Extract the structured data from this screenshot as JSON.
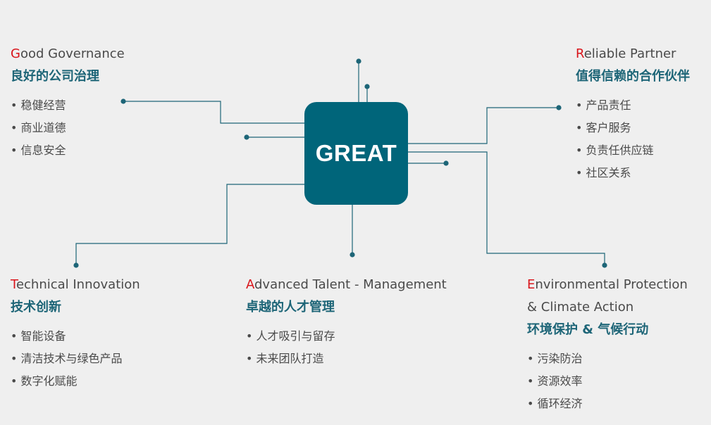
{
  "center": {
    "label": "GREAT"
  },
  "colors": {
    "chip": "#00657a",
    "wire": "#1d6577",
    "accent_letter": "#d9151b",
    "text": "#4a4a4a",
    "subtitle": "#1d6577"
  },
  "blocks": {
    "g": {
      "initial": "G",
      "title_rest": "ood Governance",
      "subtitle": "良好的公司治理",
      "items": [
        "稳健经营",
        "商业道德",
        "信息安全"
      ]
    },
    "r": {
      "initial": "R",
      "title_rest": "eliable Partner",
      "subtitle": "值得信赖的合作伙伴",
      "items": [
        "产品责任",
        "客户服务",
        "负责任供应链",
        "社区关系"
      ]
    },
    "t": {
      "initial": "T",
      "title_rest": "echnical Innovation",
      "subtitle": "技术创新",
      "items": [
        "智能设备",
        "清洁技术与绿色产品",
        "数字化赋能"
      ]
    },
    "a": {
      "initial": "A",
      "title_rest": "dvanced Talent - Management",
      "subtitle": "卓越的人才管理",
      "items": [
        "人才吸引与留存",
        "未来团队打造"
      ]
    },
    "e": {
      "initial": "E",
      "title_rest": "nvironmental Protection",
      "title_line2": "& Climate Action",
      "subtitle": "环境保护 & 气候行动",
      "items": [
        "污染防治",
        "资源效率",
        "循环经济"
      ]
    }
  },
  "bullet_char": "•"
}
